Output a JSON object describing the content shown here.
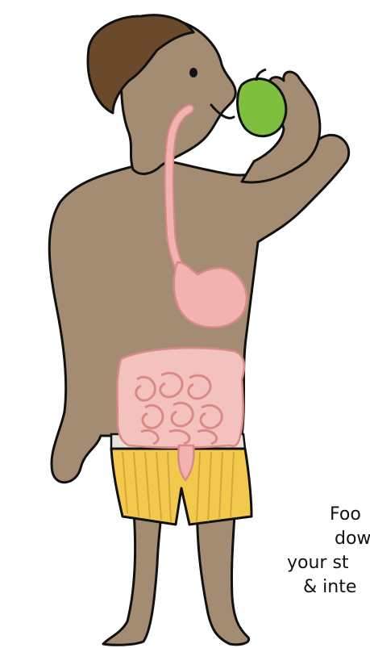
{
  "caption": {
    "lines": [
      "Foo",
      "dow",
      "your st",
      "& inte"
    ]
  },
  "colors": {
    "skin": "#a48c73",
    "outline": "#111111",
    "hair": "#6b4a2b",
    "apple": "#7fbf3f",
    "organs": "#f0b3b0",
    "organs_dark": "#d98a86",
    "shorts": "#f2c94c",
    "shorts_stripe": "#e8b43a",
    "waistband": "#e9e3da"
  },
  "icons": {
    "figure": "human-digestive-system-figure",
    "apple": "apple-icon"
  }
}
